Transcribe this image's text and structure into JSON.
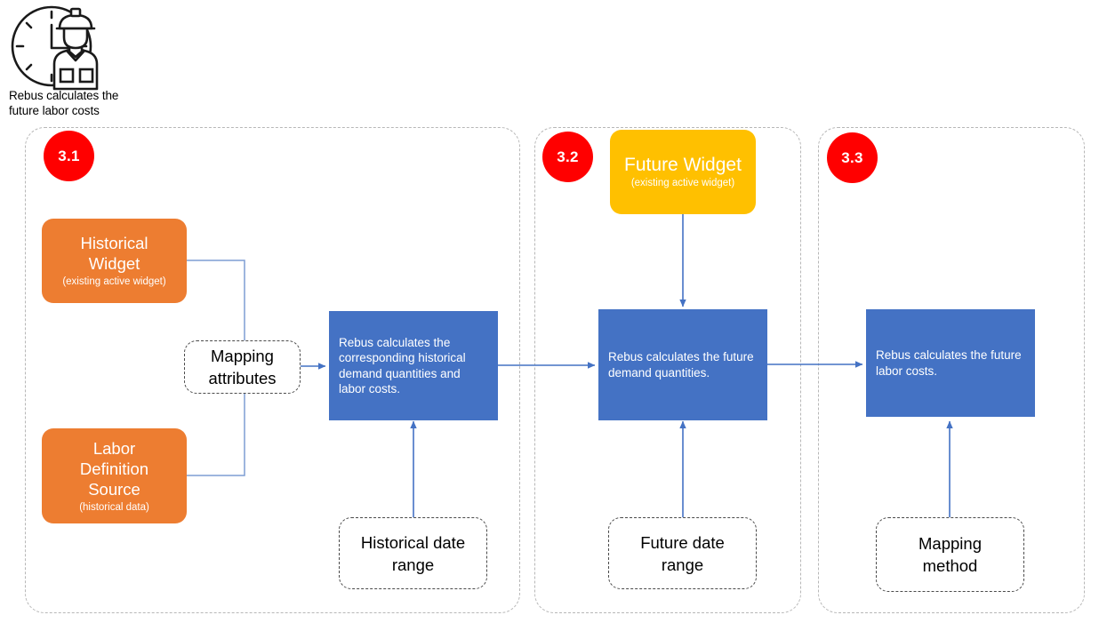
{
  "header": {
    "icon": "clock-worker-icon",
    "caption_line1": "Rebus calculates the",
    "caption_line2": "future labor costs"
  },
  "colors": {
    "accent_red": "#FF0000",
    "process_blue": "#4472C4",
    "source_orange": "#ED7D31",
    "source_yellow": "#FFC000",
    "connector_blue": "#5B85CB",
    "container_dash": "#B7B7B7"
  },
  "sections": [
    {
      "id": "3.1",
      "badge": "3.1"
    },
    {
      "id": "3.2",
      "badge": "3.2"
    },
    {
      "id": "3.3",
      "badge": "3.3"
    }
  ],
  "source_boxes": [
    {
      "name": "historical-widget",
      "title": "Historical\nWidget",
      "title_line1": "Historical",
      "title_line2": "Widget",
      "subtitle": "(existing active widget)",
      "color": "#ED7D31"
    },
    {
      "name": "labor-definition-source",
      "title_line1": "Labor",
      "title_line2": "Definition",
      "title_line3": "Source",
      "subtitle": "(historical data)",
      "color": "#ED7D31"
    },
    {
      "name": "future-widget",
      "title_line1": "Future Widget",
      "subtitle": "(existing active widget)",
      "color": "#FFC000"
    }
  ],
  "process_boxes": [
    {
      "name": "process-historical",
      "text": "Rebus calculates the corresponding historical demand quantities and labor costs."
    },
    {
      "name": "process-future-demand",
      "text": "Rebus calculates the future demand quantities."
    },
    {
      "name": "process-future-labor",
      "text": "Rebus calculates the future labor costs."
    }
  ],
  "input_boxes": [
    {
      "name": "mapping-attributes",
      "line1": "Mapping",
      "line2": "attributes"
    },
    {
      "name": "historical-date-range",
      "line1": "Historical date",
      "line2": "range"
    },
    {
      "name": "future-date-range",
      "line1": "Future date",
      "line2": "range"
    },
    {
      "name": "mapping-method",
      "line1": "Mapping",
      "line2": "method"
    }
  ]
}
